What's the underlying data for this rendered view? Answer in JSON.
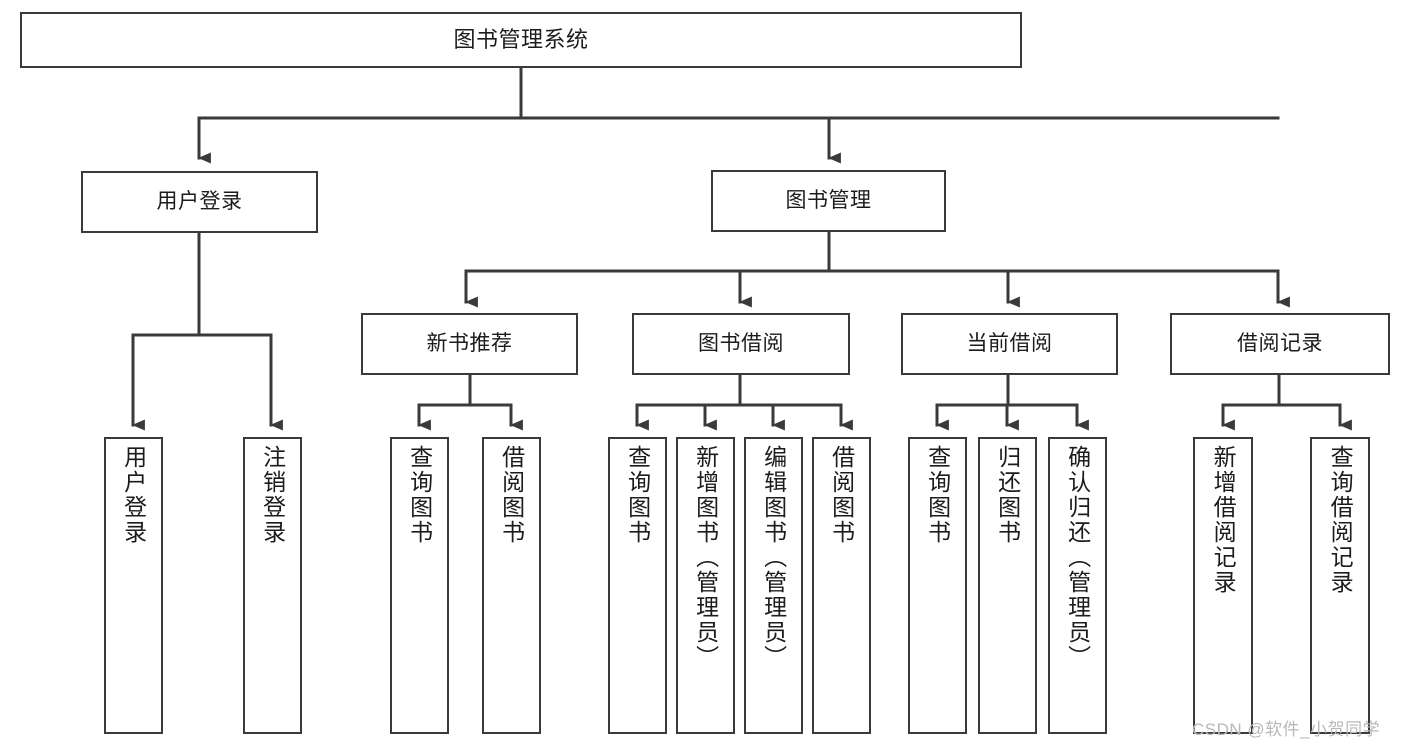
{
  "diagram": {
    "title": "图书管理系统",
    "type": "tree-hierarchy-chart",
    "watermark": "CSDN @软件_小贺同学",
    "colors": {
      "stroke": "#3a3a3a",
      "fill": "#ffffff",
      "text": "#1c1c1c",
      "watermark": "#b8b8b8"
    }
  },
  "nodes": {
    "root": {
      "label": "图书管理系统"
    },
    "level2": [
      {
        "id": "user-login",
        "label": "用户登录"
      },
      {
        "id": "book-management",
        "label": "图书管理"
      }
    ],
    "level3": [
      {
        "id": "new-book-recommend",
        "label": "新书推荐"
      },
      {
        "id": "book-borrow",
        "label": "图书借阅"
      },
      {
        "id": "current-borrow",
        "label": "当前借阅"
      },
      {
        "id": "borrow-record",
        "label": "借阅记录"
      }
    ],
    "leaves": {
      "user_login": [
        {
          "id": "leaf-user-login",
          "label": "用户登录"
        },
        {
          "id": "leaf-logout-login",
          "label": "注销登录"
        }
      ],
      "new_book_recommend": [
        {
          "id": "leaf-query-book-1",
          "label": "查询图书"
        },
        {
          "id": "leaf-borrow-book-1",
          "label": "借阅图书"
        }
      ],
      "book_borrow": [
        {
          "id": "leaf-query-book-2",
          "label": "查询图书"
        },
        {
          "id": "leaf-add-book",
          "label": "新增图书（管理员）"
        },
        {
          "id": "leaf-edit-book",
          "label": "编辑图书（管理员）"
        },
        {
          "id": "leaf-borrow-book-2",
          "label": "借阅图书"
        }
      ],
      "current_borrow": [
        {
          "id": "leaf-query-book-3",
          "label": "查询图书"
        },
        {
          "id": "leaf-return-book",
          "label": "归还图书"
        },
        {
          "id": "leaf-confirm-return",
          "label": "确认归还（管理员）"
        }
      ],
      "borrow_record": [
        {
          "id": "leaf-add-record",
          "label": "新增借阅记录"
        },
        {
          "id": "leaf-query-record",
          "label": "查询借阅记录"
        }
      ]
    }
  }
}
